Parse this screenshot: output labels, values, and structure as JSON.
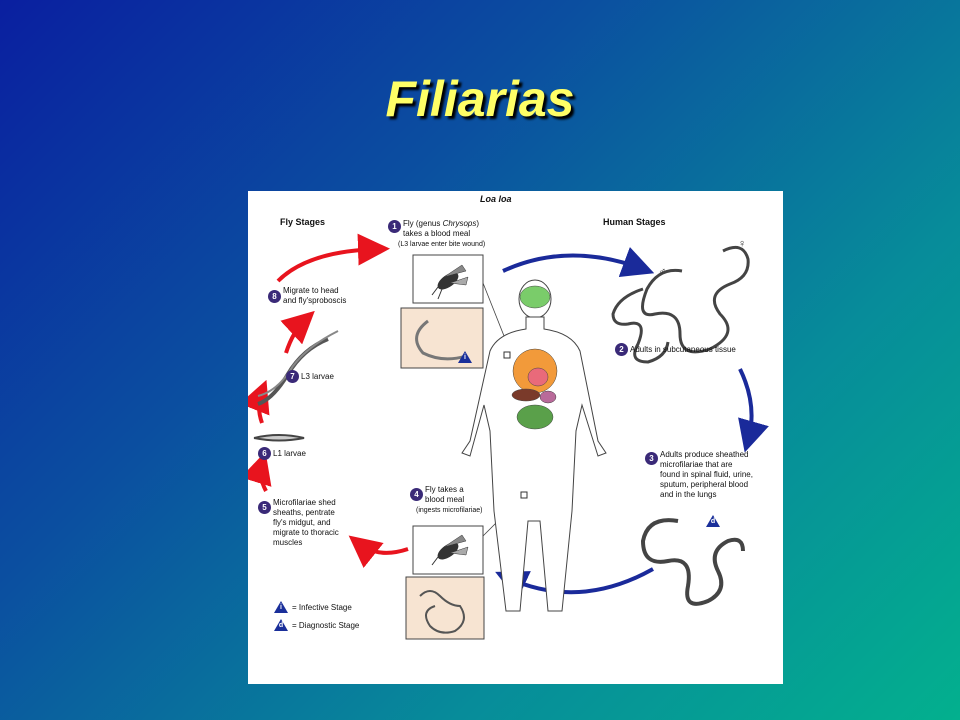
{
  "slide": {
    "title": "Filiarias"
  },
  "figure": {
    "title": "Loa loa",
    "fly_stages_header": "Fly Stages",
    "human_stages_header": "Human Stages",
    "steps": [
      {
        "num": "1",
        "text_pre": "Fly (genus ",
        "text_italic": "Chrysops",
        "text_post": ")",
        "text2": "takes a blood meal",
        "sub": "(L3 larvae enter bite wound)"
      },
      {
        "num": "2",
        "text": "Adults in subcutaneous tissue"
      },
      {
        "num": "3",
        "lines": [
          "Adults produce sheathed",
          "microfilariae that are",
          "found in spinal fluid, urine,",
          "sputum, peripheral blood",
          "and in the lungs"
        ]
      },
      {
        "num": "4",
        "lines": [
          "Fly takes a",
          "blood meal"
        ],
        "sub": "(ingests microfilariae)"
      },
      {
        "num": "5",
        "lines": [
          "Microfilariae shed",
          "sheaths, pentrate",
          "fly's midgut, and",
          "migrate to thoracic",
          "muscles"
        ]
      },
      {
        "num": "6",
        "text": "L1 larvae"
      },
      {
        "num": "7",
        "text": "L3 larvae"
      },
      {
        "num": "8",
        "lines": [
          "Migrate to head",
          "and fly'sproboscis"
        ]
      }
    ],
    "legend": {
      "infective": "= Infective Stage",
      "diagnostic": "= Diagnostic Stage",
      "i": "i",
      "d": "d"
    },
    "colors": {
      "fly_arrows": "#e8141e",
      "human_arrows": "#1a2a9a",
      "badge": "#1a2f9a",
      "step_circle": "#3a2a78",
      "inset_bg": "#f7e4d2"
    }
  }
}
